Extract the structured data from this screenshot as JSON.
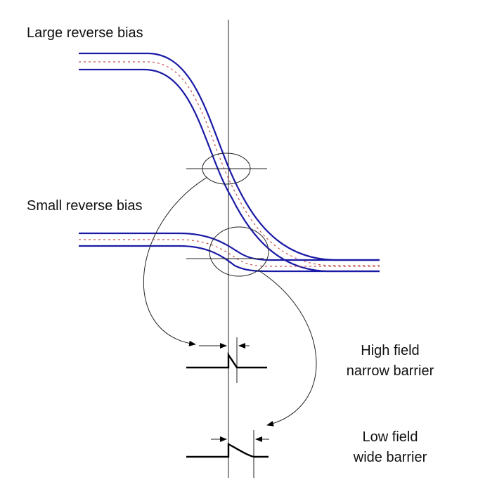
{
  "labels": {
    "large_bias": "Large reverse bias",
    "small_bias": "Small reverse bias",
    "high_field_line1": "High field",
    "high_field_line2": "narrow barrier",
    "low_field_line1": "Low field",
    "low_field_line2": "wide barrier"
  },
  "colors": {
    "band_edge": "#1a1aa6",
    "fermi_level": "#c8504a",
    "line": "#000000"
  }
}
